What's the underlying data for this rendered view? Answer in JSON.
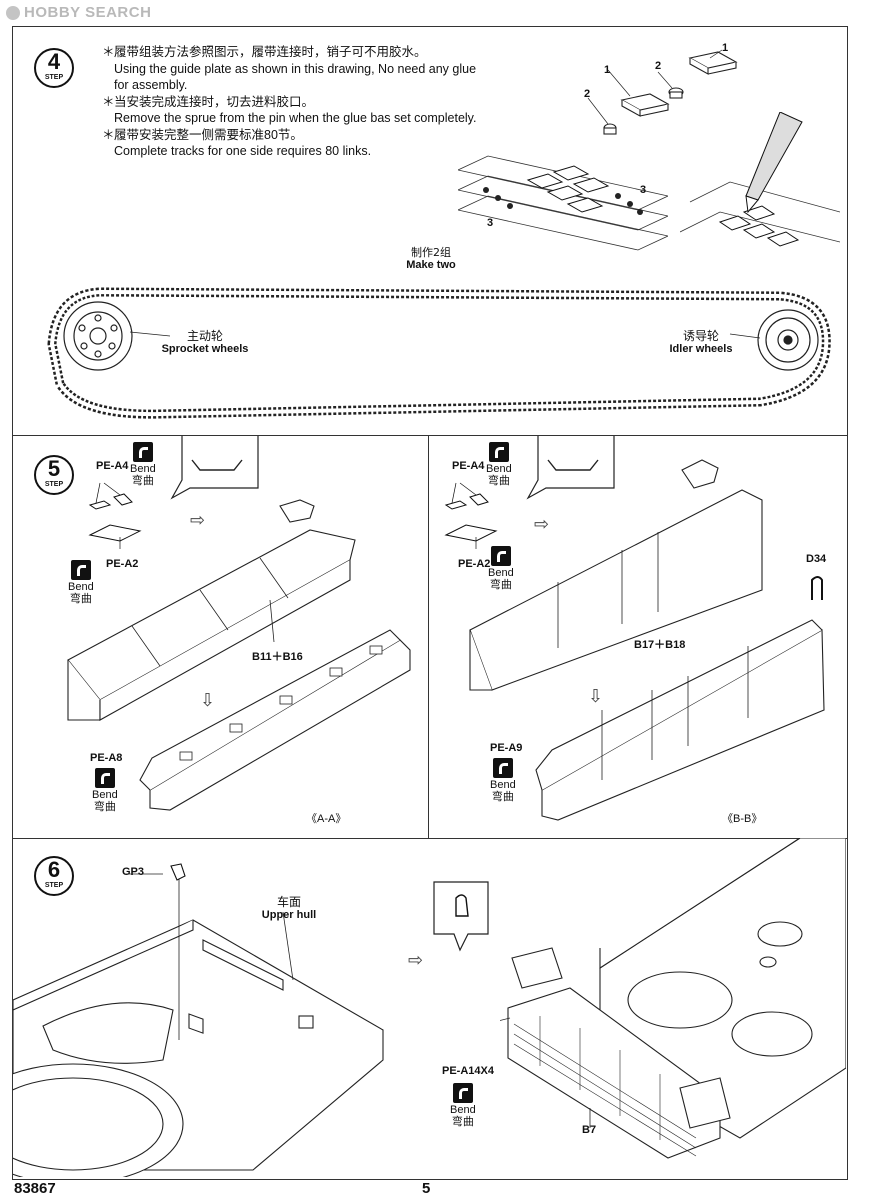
{
  "watermark": "HOBBY SEARCH",
  "step4": {
    "number": "4",
    "step_word": "STEP",
    "lines": [
      {
        "cn": "履带组装方法参照图示，履带连接时，销子可不用胶水。",
        "en": [
          "Using the guide plate as shown in this drawing, No need any glue",
          "for assembly."
        ]
      },
      {
        "cn": "当安装完成连接时，切去进料胶口。",
        "en": [
          "Remove the sprue from the pin when the glue bas set completely."
        ]
      },
      {
        "cn": "履带安装完整一侧需要标准80节。",
        "en": [
          "Complete tracks for one side requires 80 links."
        ]
      }
    ],
    "callouts": [
      "1",
      "2",
      "1",
      "2",
      "3",
      "3"
    ],
    "make_two_cn": "制作2组",
    "make_two_en": "Make two",
    "sprocket_cn": "主动轮",
    "sprocket_en": "Sprocket wheels",
    "idler_cn": "诱导轮",
    "idler_en": "Idler wheels"
  },
  "step5": {
    "number": "5",
    "step_word": "STEP",
    "left": {
      "pe_a4": "PE-A4",
      "pe_a2": "PE-A2",
      "pe_a8": "PE-A8",
      "b_parts": "B11＋B16",
      "section": "《A-A》"
    },
    "right": {
      "pe_a4": "PE-A4",
      "pe_a2": "PE-A2",
      "pe_a9": "PE-A9",
      "b_parts": "B17＋B18",
      "d34": "D34",
      "section": "《B-B》"
    },
    "bend_en": "Bend",
    "bend_cn": "弯曲"
  },
  "step6": {
    "number": "6",
    "step_word": "STEP",
    "gp3": "GP3",
    "upper_hull_cn": "车面",
    "upper_hull_en": "Upper hull",
    "pe_a14": "PE-A14X4",
    "bend_en": "Bend",
    "bend_cn": "弯曲",
    "b7": "B7"
  },
  "footer": {
    "code": "83867",
    "page": "5"
  }
}
